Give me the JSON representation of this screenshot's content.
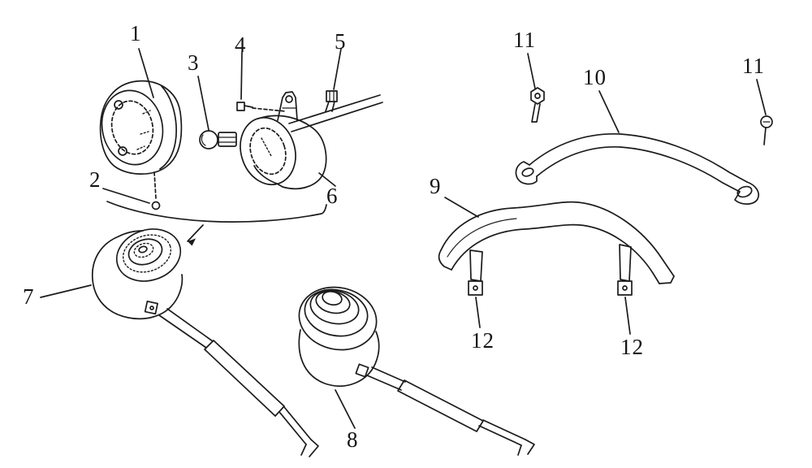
{
  "diagram": {
    "background": "#ffffff",
    "ink": "#1b1b1b",
    "callouts": [
      {
        "label": "1"
      },
      {
        "label": "2"
      },
      {
        "label": "3"
      },
      {
        "label": "4"
      },
      {
        "label": "5"
      },
      {
        "label": "6"
      },
      {
        "label": "7"
      },
      {
        "label": "8"
      },
      {
        "label": "9"
      },
      {
        "label": "10"
      },
      {
        "label": "11"
      },
      {
        "label": "11"
      },
      {
        "label": "12"
      },
      {
        "label": "12"
      }
    ]
  }
}
